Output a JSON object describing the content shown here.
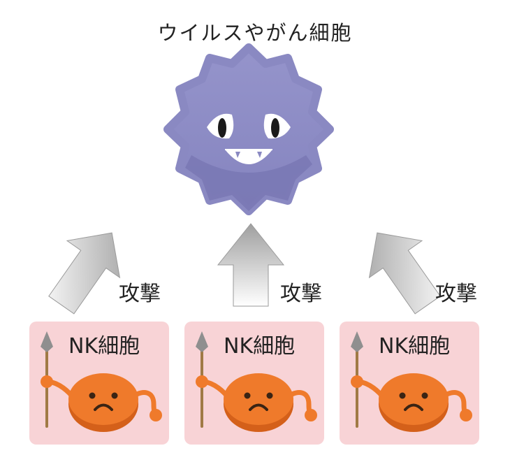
{
  "title": "ウイルスやがん細胞",
  "colors": {
    "virus_body": "#8d8cc4",
    "virus_shadow": "#7473ad",
    "card_bg": "#f8d3d6",
    "cell_body": "#ef7a2b",
    "cell_shadow": "#d4601a",
    "spear": "#a07a45",
    "spear_tip": "#8a8a8a",
    "arrow_gray": "#a9a9a9"
  },
  "arrows": [
    {
      "label": "攻撃"
    },
    {
      "label": "攻撃"
    },
    {
      "label": "攻撃"
    }
  ],
  "nk_cells": [
    {
      "label": "NK細胞"
    },
    {
      "label": "NK細胞"
    },
    {
      "label": "NK細胞"
    }
  ]
}
